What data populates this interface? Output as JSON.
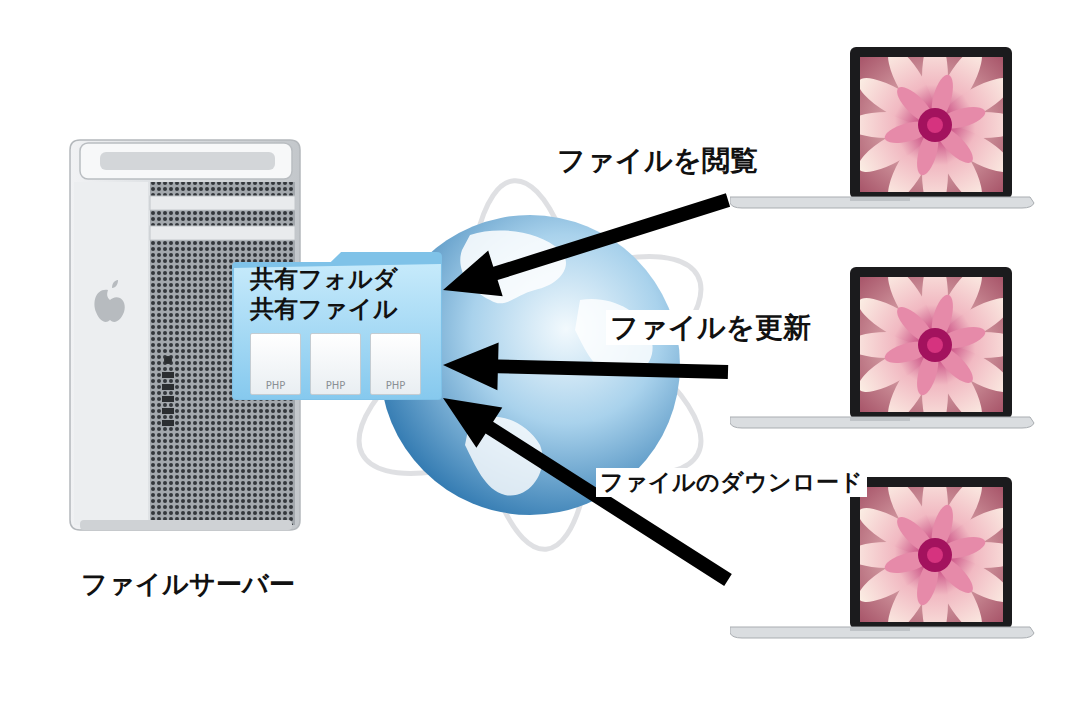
{
  "diagram": {
    "nodes": [
      {
        "text": [
          "ファイルサーバー"
        ]
      },
      {
        "text": [
          "共有フォルダ",
          "共有ファイル"
        ]
      },
      {
        "text": [
          "PHP"
        ],
        "in": 1
      },
      {
        "text": [
          "PHP"
        ],
        "in": 1
      },
      {
        "text": [
          "PHP"
        ],
        "in": 1
      },
      {
        "text": []
      },
      {
        "text": []
      },
      {
        "text": []
      }
    ],
    "edges": [
      {
        "from": 5,
        "to": 1,
        "arrow": "to",
        "label": "ファイルを閲覧"
      },
      {
        "from": 6,
        "to": 1,
        "arrow": "to",
        "label": "ファイルを更新"
      },
      {
        "from": 7,
        "to": 1,
        "arrow": "to",
        "label": "ファイルのダウンロード"
      }
    ]
  }
}
